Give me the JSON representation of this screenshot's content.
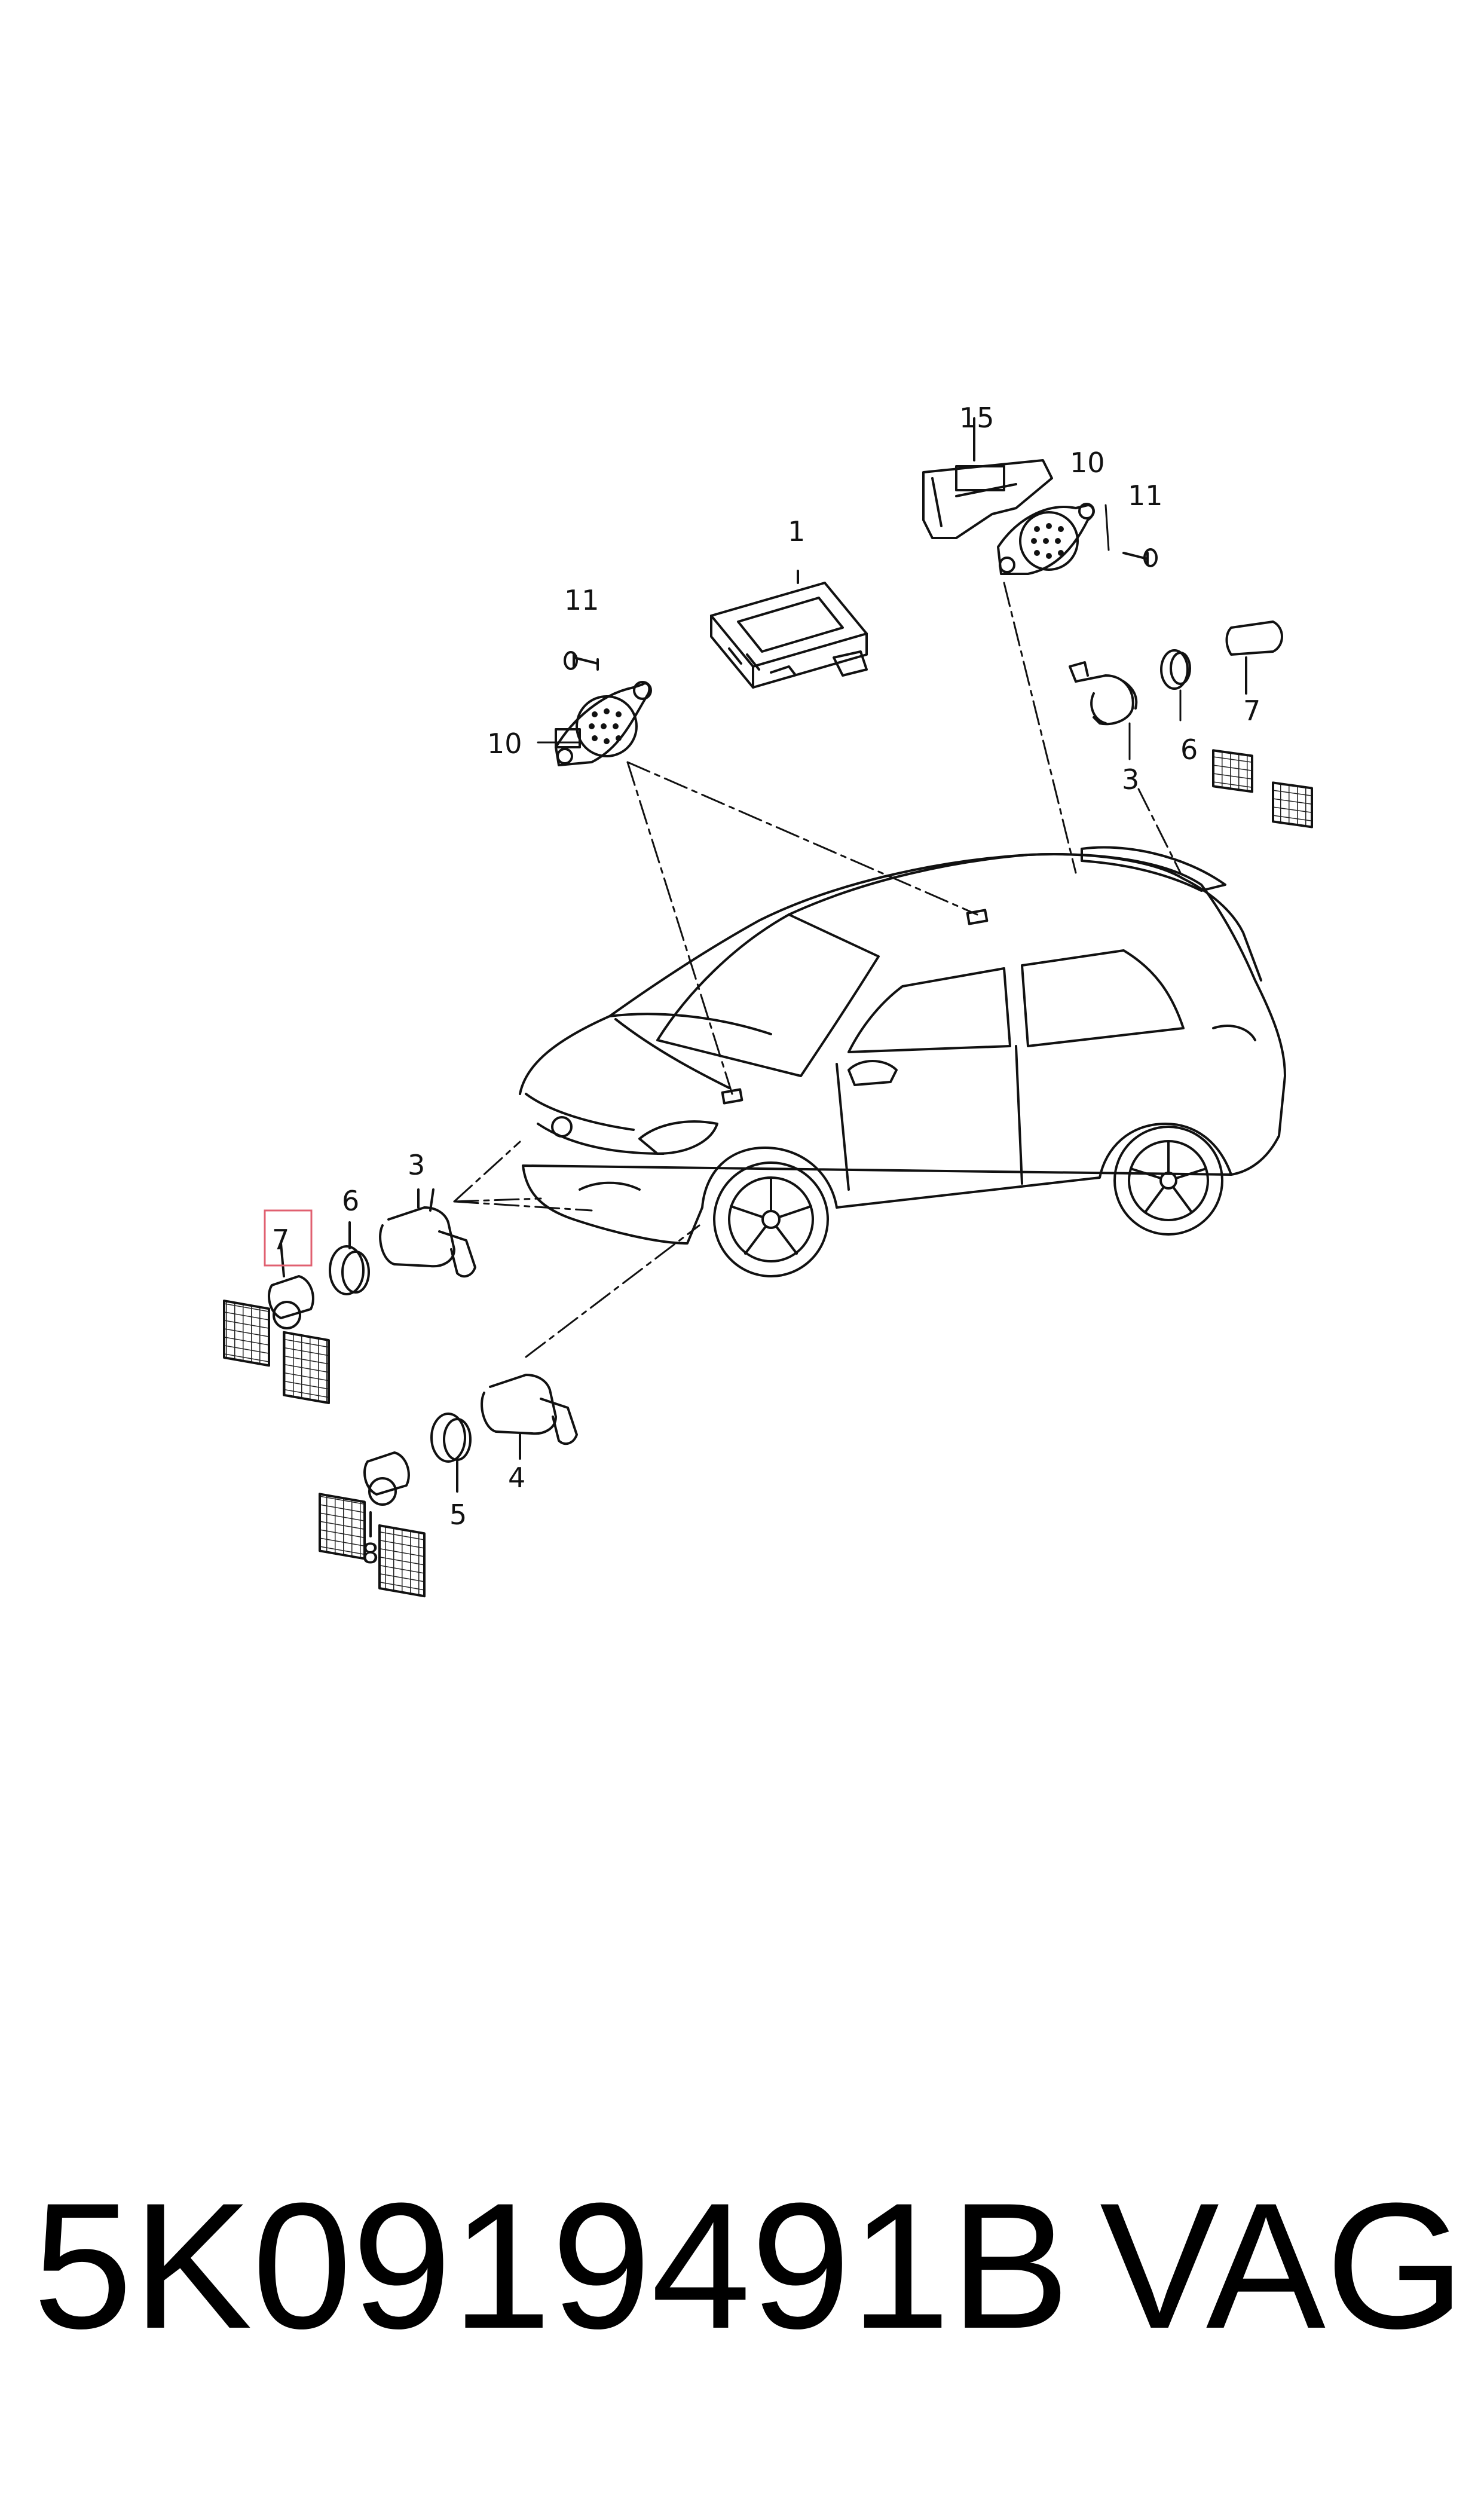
{
  "callouts": {
    "c1": "1",
    "c3_front": "3",
    "c3_rear": "3",
    "c4": "4",
    "c5": "5",
    "c6_front": "6",
    "c6_rear": "6",
    "c7_front": "7",
    "c7_rear": "7",
    "c8": "8",
    "c10_left": "10",
    "c10_right": "10",
    "c11_left": "11",
    "c11_right": "11",
    "c15": "15"
  },
  "highlight_color": "#e06070",
  "caption": {
    "part_number": "5K0919491B",
    "brand": "VAG"
  }
}
